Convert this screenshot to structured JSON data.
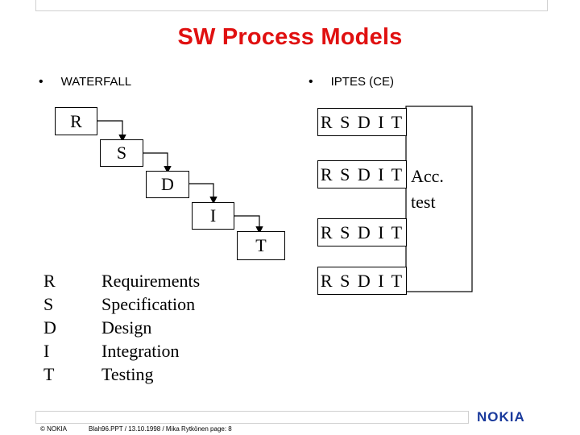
{
  "title": "SW Process Models",
  "bullets": {
    "left": "WATERFALL",
    "right": "IPTES (CE)",
    "marker": "•"
  },
  "waterfall": {
    "phases": [
      "R",
      "S",
      "D",
      "I",
      "T"
    ]
  },
  "iptes": {
    "rows": [
      "R S D I T",
      "R S D I T",
      "R S D I T",
      "R S D I T"
    ],
    "acc_label_1": "Acc.",
    "acc_label_2": "test"
  },
  "legend": {
    "letters": [
      "R",
      "S",
      "D",
      "I",
      "T"
    ],
    "words": [
      "Requirements",
      "Specification",
      "Design",
      "Integration",
      "Testing"
    ]
  },
  "footer": {
    "copyright": "© NOKIA",
    "info": "Blah96.PPT / 13.10.1998 / Mika Rytkönen   page: 8",
    "logo": "NOKIA"
  },
  "colors": {
    "title": "#e01010",
    "logo": "#1a3a9c"
  }
}
